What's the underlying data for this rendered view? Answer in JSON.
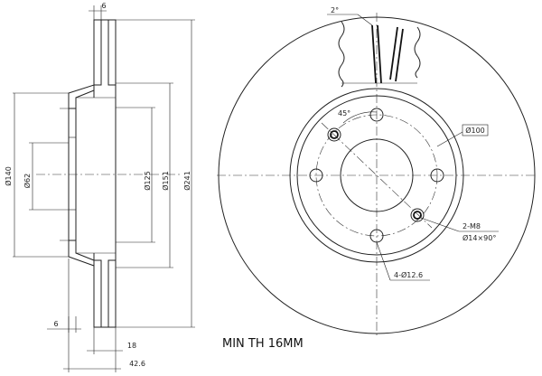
{
  "section_view": {
    "dims": {
      "thickness_top": "6",
      "dia_140": "Ø140",
      "dia_62": "Ø62",
      "dia_125": "Ø125",
      "dia_151": "Ø151",
      "dia_241": "Ø241",
      "left_6": "6",
      "width_18": "18",
      "height_42_6": "42.6"
    }
  },
  "face_view": {
    "callouts": {
      "angle_2": "2°",
      "angle_45": "45°",
      "pcd_100": "Ø100",
      "thread": "2-M8",
      "chamfer": "Ø14×90°",
      "holes": "4-Ø12.6"
    }
  },
  "note": {
    "min_thickness": "MIN TH 16MM"
  }
}
